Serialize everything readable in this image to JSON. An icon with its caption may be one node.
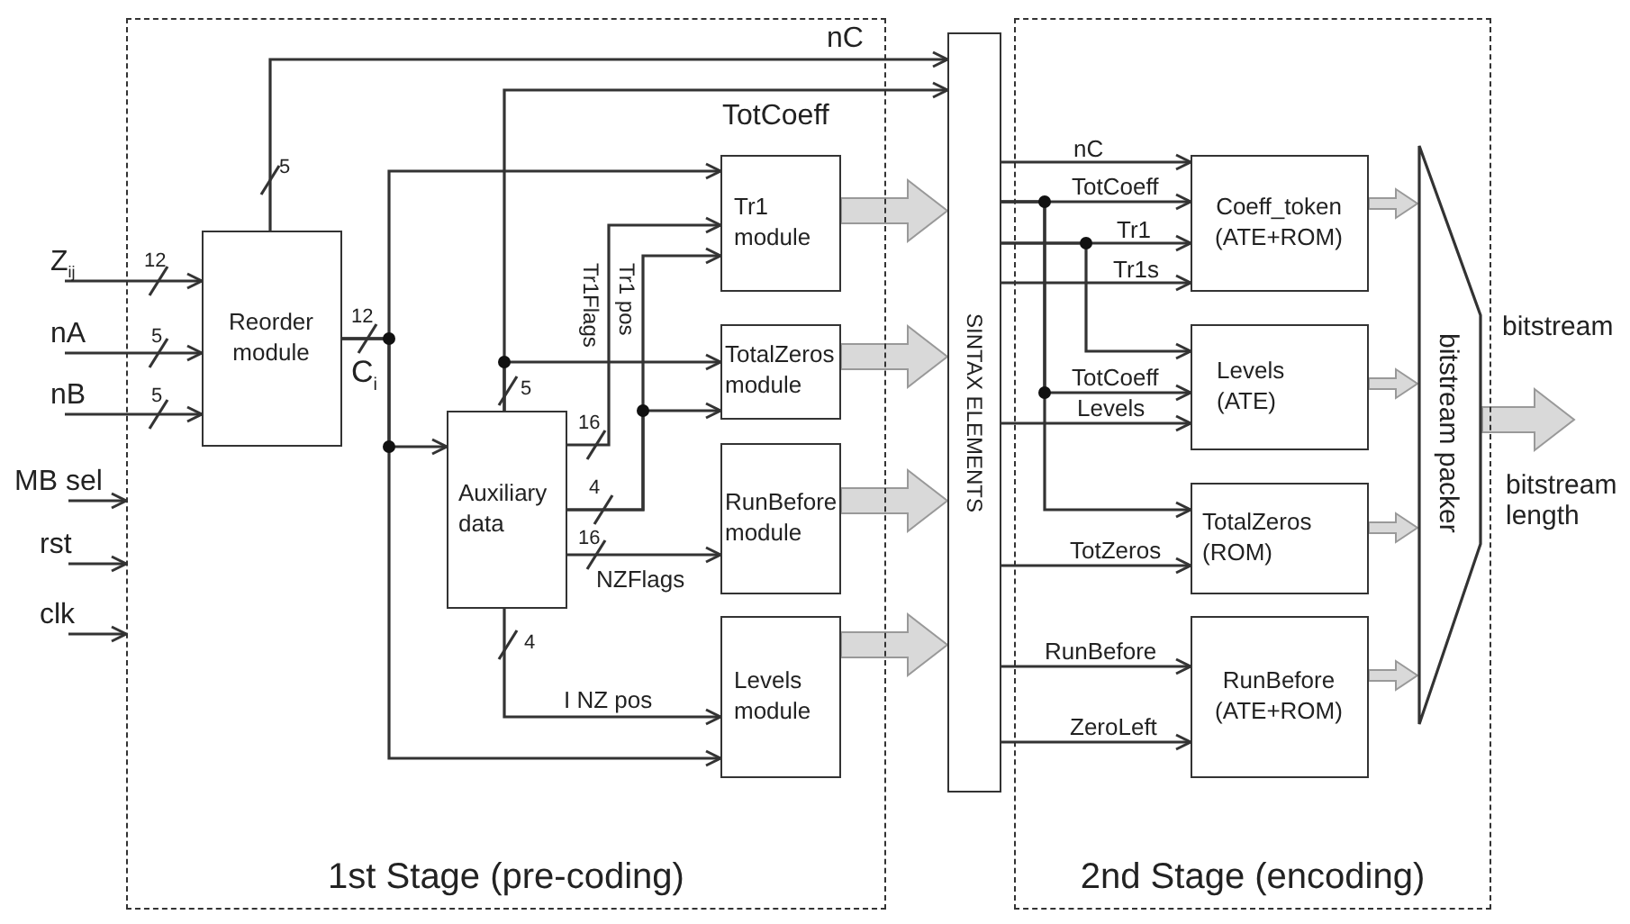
{
  "diagram": {
    "nodes": [
      {
        "text": [
          "1st Stage (pre-coding)"
        ]
      },
      {
        "text": [
          "2nd Stage (encoding)"
        ]
      },
      {
        "text": [
          "Z$_{ij}$"
        ]
      },
      {
        "text": [
          "nA"
        ]
      },
      {
        "text": [
          "nB"
        ]
      },
      {
        "text": [
          "MB sel"
        ]
      },
      {
        "text": [
          "rst"
        ]
      },
      {
        "text": [
          "clk"
        ]
      },
      {
        "text": [
          "Reorder module"
        ],
        "in": 0
      },
      {
        "text": [
          "Auxiliary data"
        ],
        "in": 0
      },
      {
        "text": [
          "Tr1 module"
        ],
        "in": 0
      },
      {
        "text": [
          "TotalZeros module"
        ],
        "in": 0
      },
      {
        "text": [
          "RunBefore module"
        ],
        "in": 0
      },
      {
        "text": [
          "Levels module"
        ],
        "in": 0
      },
      {
        "text": [
          "SINTAX ELEMENTS"
        ]
      },
      {
        "text": [
          "Coeff_token (ATE+ROM)"
        ],
        "in": 1
      },
      {
        "text": [
          "Levels (ATE)"
        ],
        "in": 1
      },
      {
        "text": [
          "TotalZeros (ROM)"
        ],
        "in": 1
      },
      {
        "text": [
          "RunBefore (ATE+ROM)"
        ],
        "in": 1
      },
      {
        "text": [
          "bitstream packer"
        ],
        "in": 1
      }
    ],
    "edges": [
      {
        "from": 2,
        "to": 8,
        "arrow": "to"
      },
      {
        "from": 3,
        "to": 8,
        "arrow": "to"
      },
      {
        "from": 4,
        "to": 8,
        "arrow": "to"
      },
      {
        "from": 5,
        "to": 0,
        "arrow": "to"
      },
      {
        "from": 6,
        "to": 0,
        "arrow": "to"
      },
      {
        "from": 7,
        "to": 0,
        "arrow": "to"
      },
      {
        "from": 8,
        "to": 14,
        "arrow": "to",
        "label": "nC"
      },
      {
        "from": 9,
        "to": 14,
        "arrow": "to",
        "label": "TotCoeff"
      },
      {
        "from": 9,
        "to": 11,
        "arrow": "to"
      },
      {
        "from": 8,
        "to": 10,
        "arrow": "to"
      },
      {
        "from": 8,
        "to": 9,
        "arrow": "to"
      },
      {
        "from": 8,
        "to": 13,
        "arrow": "to"
      },
      {
        "from": 9,
        "to": 10,
        "arrow": "to",
        "label": "Tr1Flags"
      },
      {
        "from": 9,
        "to": 10,
        "arrow": "to",
        "label": "Tr1 pos"
      },
      {
        "from": 9,
        "to": 11,
        "arrow": "to"
      },
      {
        "from": 9,
        "to": 12,
        "arrow": "to",
        "label": "NZFlags"
      },
      {
        "from": 9,
        "to": 13,
        "arrow": "to",
        "label": "I NZ pos"
      },
      {
        "from": 10,
        "to": 14,
        "arrow": "to",
        "style": "thick",
        "color": "#d9d9d9"
      },
      {
        "from": 11,
        "to": 14,
        "arrow": "to",
        "style": "thick",
        "color": "#d9d9d9"
      },
      {
        "from": 12,
        "to": 14,
        "arrow": "to",
        "style": "thick",
        "color": "#d9d9d9"
      },
      {
        "from": 13,
        "to": 14,
        "arrow": "to",
        "style": "thick",
        "color": "#d9d9d9"
      },
      {
        "from": 14,
        "to": 15,
        "arrow": "to",
        "label": "nC"
      },
      {
        "from": 14,
        "to": 15,
        "arrow": "to",
        "label": "TotCoeff"
      },
      {
        "from": 14,
        "to": 15,
        "arrow": "to",
        "label": "Tr1"
      },
      {
        "from": 14,
        "to": 15,
        "arrow": "to",
        "label": "Tr1s"
      },
      {
        "from": 14,
        "to": 16,
        "arrow": "to"
      },
      {
        "from": 14,
        "to": 16,
        "arrow": "to",
        "label": "TotCoeff"
      },
      {
        "from": 14,
        "to": 16,
        "arrow": "to",
        "label": "Levels"
      },
      {
        "from": 14,
        "to": 17,
        "arrow": "to"
      },
      {
        "from": 14,
        "to": 17,
        "arrow": "to",
        "label": "TotZeros"
      },
      {
        "from": 14,
        "to": 18,
        "arrow": "to",
        "label": "RunBefore"
      },
      {
        "from": 14,
        "to": 18,
        "arrow": "to",
        "label": "ZeroLeft"
      },
      {
        "from": 15,
        "to": 19,
        "arrow": "to",
        "style": "thick",
        "color": "#d9d9d9"
      },
      {
        "from": 16,
        "to": 19,
        "arrow": "to",
        "style": "thick",
        "color": "#d9d9d9"
      },
      {
        "from": 17,
        "to": 19,
        "arrow": "to",
        "style": "thick",
        "color": "#d9d9d9"
      },
      {
        "from": 18,
        "to": 19,
        "arrow": "to",
        "style": "thick",
        "color": "#d9d9d9"
      },
      {
        "from": 19,
        "to": null,
        "arrow": "to",
        "style": "thick",
        "color": "#d9d9d9"
      }
    ],
    "labels": [
      "5",
      "12",
      "5",
      "12",
      "C$_{i}$",
      "5",
      "5",
      "16",
      "4",
      "16",
      "4",
      "bitstream",
      "bitstream length"
    ]
  }
}
